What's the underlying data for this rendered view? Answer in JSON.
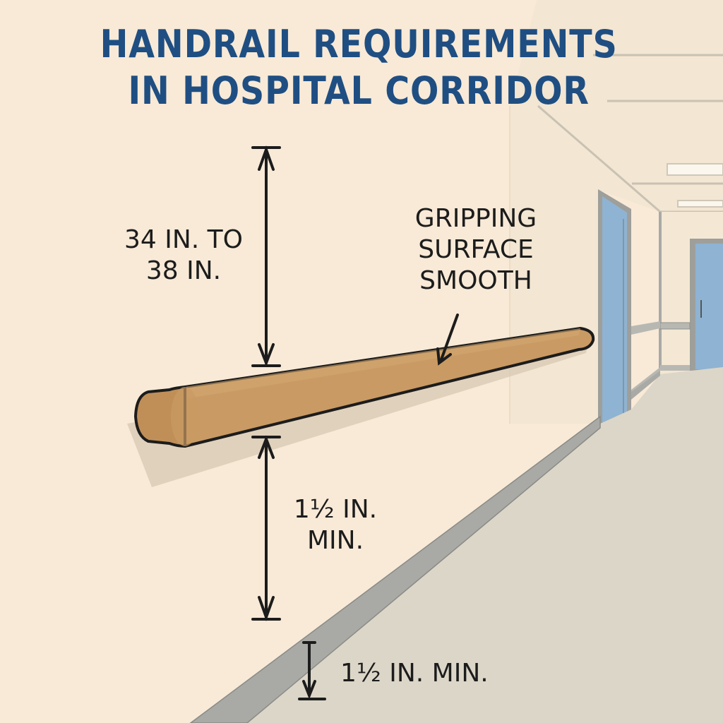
{
  "title": {
    "line1": "HANDRAIL REQUIREMENTS",
    "line2": "IN HOSPITAL CORRIDOR"
  },
  "dimensions": {
    "rail_height": {
      "line1": "34 IN. TO",
      "line2": "38 IN."
    },
    "wall_clearance": {
      "line1": "1½ IN.",
      "line2": "MIN."
    },
    "base_clearance": {
      "text": "1½ IN. MIN."
    }
  },
  "annotations": {
    "gripping_surface": {
      "line1": "GRIPPING",
      "line2": "SURFACE",
      "line3": "SMOOTH"
    }
  },
  "colors": {
    "background": "#f8ead7",
    "title": "#1f4e82",
    "handrail": "#c99a63",
    "door": "#8fb3d2",
    "floor": "#dcd6c8",
    "baseboard": "#a9aaa6",
    "text": "#1c1c1c"
  },
  "scene": {
    "elements": [
      "corridor-wall",
      "handrail",
      "doors",
      "ceiling-lights",
      "floor",
      "baseboard"
    ]
  }
}
